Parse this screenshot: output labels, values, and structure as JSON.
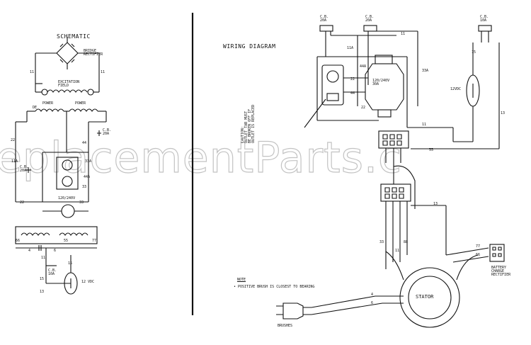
{
  "watermark": "eplacementParts.c",
  "schematic": {
    "title": "SCHEMATIC",
    "bridge_rectifier": "BRIDGE\nRECTIFIER",
    "excitation_field": "EXCITATION\nFIELD",
    "power_left": "POWER",
    "power_right": "POWER",
    "cb_mid": "C.B.\n20A",
    "cb_left": "C.B.\n20A",
    "receptacle_label": "120/240V",
    "dc_label": "12 VDC",
    "cb_bottom": "C.B.\n10A",
    "wire_labels": [
      "11",
      "11",
      "22",
      "44",
      "33",
      "66",
      "55",
      "77",
      "4",
      "6",
      "11",
      "15",
      "22",
      "33",
      "11A",
      "33A",
      "44A",
      "DE",
      "15",
      "13"
    ]
  },
  "wiring": {
    "title": "WIRING DIAGRAM",
    "cb_1": "C.B.\n20A",
    "cb_2": "C.B.\n20A",
    "cb_3": "C.B.\n10A",
    "outlet_label": "120/240V\n30A",
    "dc_outlet": "12VDC",
    "caution": "CAUTION:\nOUTLET TAB MUST\nBE BROKEN OFF IF\nOUTLET IS REPLACED",
    "note_title": "NOTE",
    "note_text": "• POSITIVE BRUSH IS CLOSEST TO BEARING",
    "stator": "STATOR",
    "brushes": "BRUSHES",
    "battery_rectifier": "BATTERY\nCHARGE\nRECTIFIER",
    "wire_labels": [
      "11A",
      "44A",
      "33A",
      "11",
      "22",
      "44",
      "22",
      "15",
      "11",
      "13",
      "55",
      "66",
      "77",
      "4",
      "6",
      "33",
      "11",
      "13",
      "88"
    ]
  }
}
